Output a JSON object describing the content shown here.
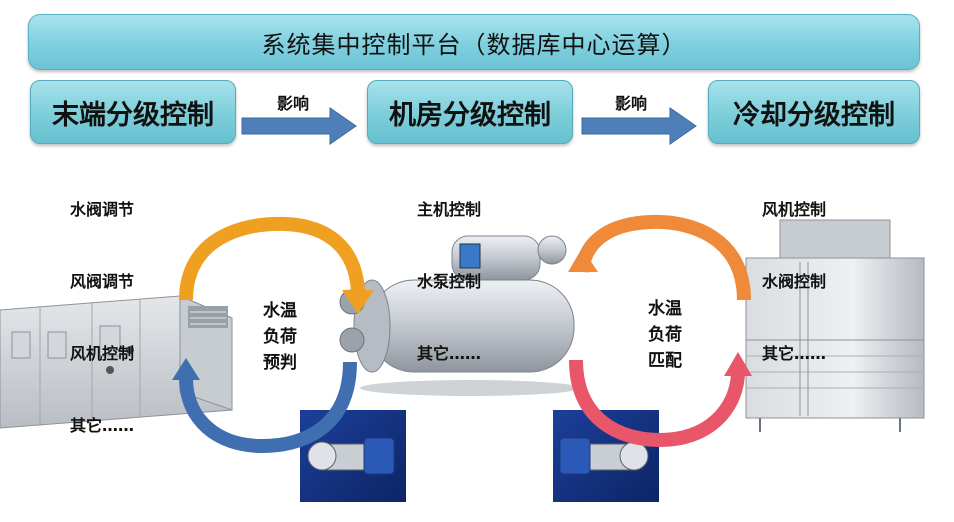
{
  "platform_title": "系统集中控制平台（数据库中心运算）",
  "levels": [
    {
      "label": "末端分级控制",
      "items": [
        "水阀调节",
        "风阀调节",
        "风机控制",
        "其它……"
      ]
    },
    {
      "label": "机房分级控制",
      "items": [
        "主机控制",
        "水泵控制",
        "其它……"
      ]
    },
    {
      "label": "冷却分级控制",
      "items": [
        "风机控制",
        "水阀控制",
        "其它……"
      ]
    }
  ],
  "arrows": [
    {
      "label": "影响"
    },
    {
      "label": "影响"
    }
  ],
  "cycles": [
    {
      "lines": [
        "水温",
        "负荷",
        "预判"
      ]
    },
    {
      "lines": [
        "水温",
        "负荷",
        "匹配"
      ]
    }
  ],
  "colors": {
    "bar_fill": "#7fd0df",
    "arrow_blue": "#4f7fb8",
    "cycle_orange": "#f0a020",
    "cycle_blue": "#3f6fb0",
    "cycle_right_top": "#ee8a3a",
    "cycle_right_bottom": "#e8566a"
  },
  "equipment": [
    "air-handling-unit",
    "chiller",
    "water-pump",
    "water-pump",
    "cooling-tower"
  ]
}
